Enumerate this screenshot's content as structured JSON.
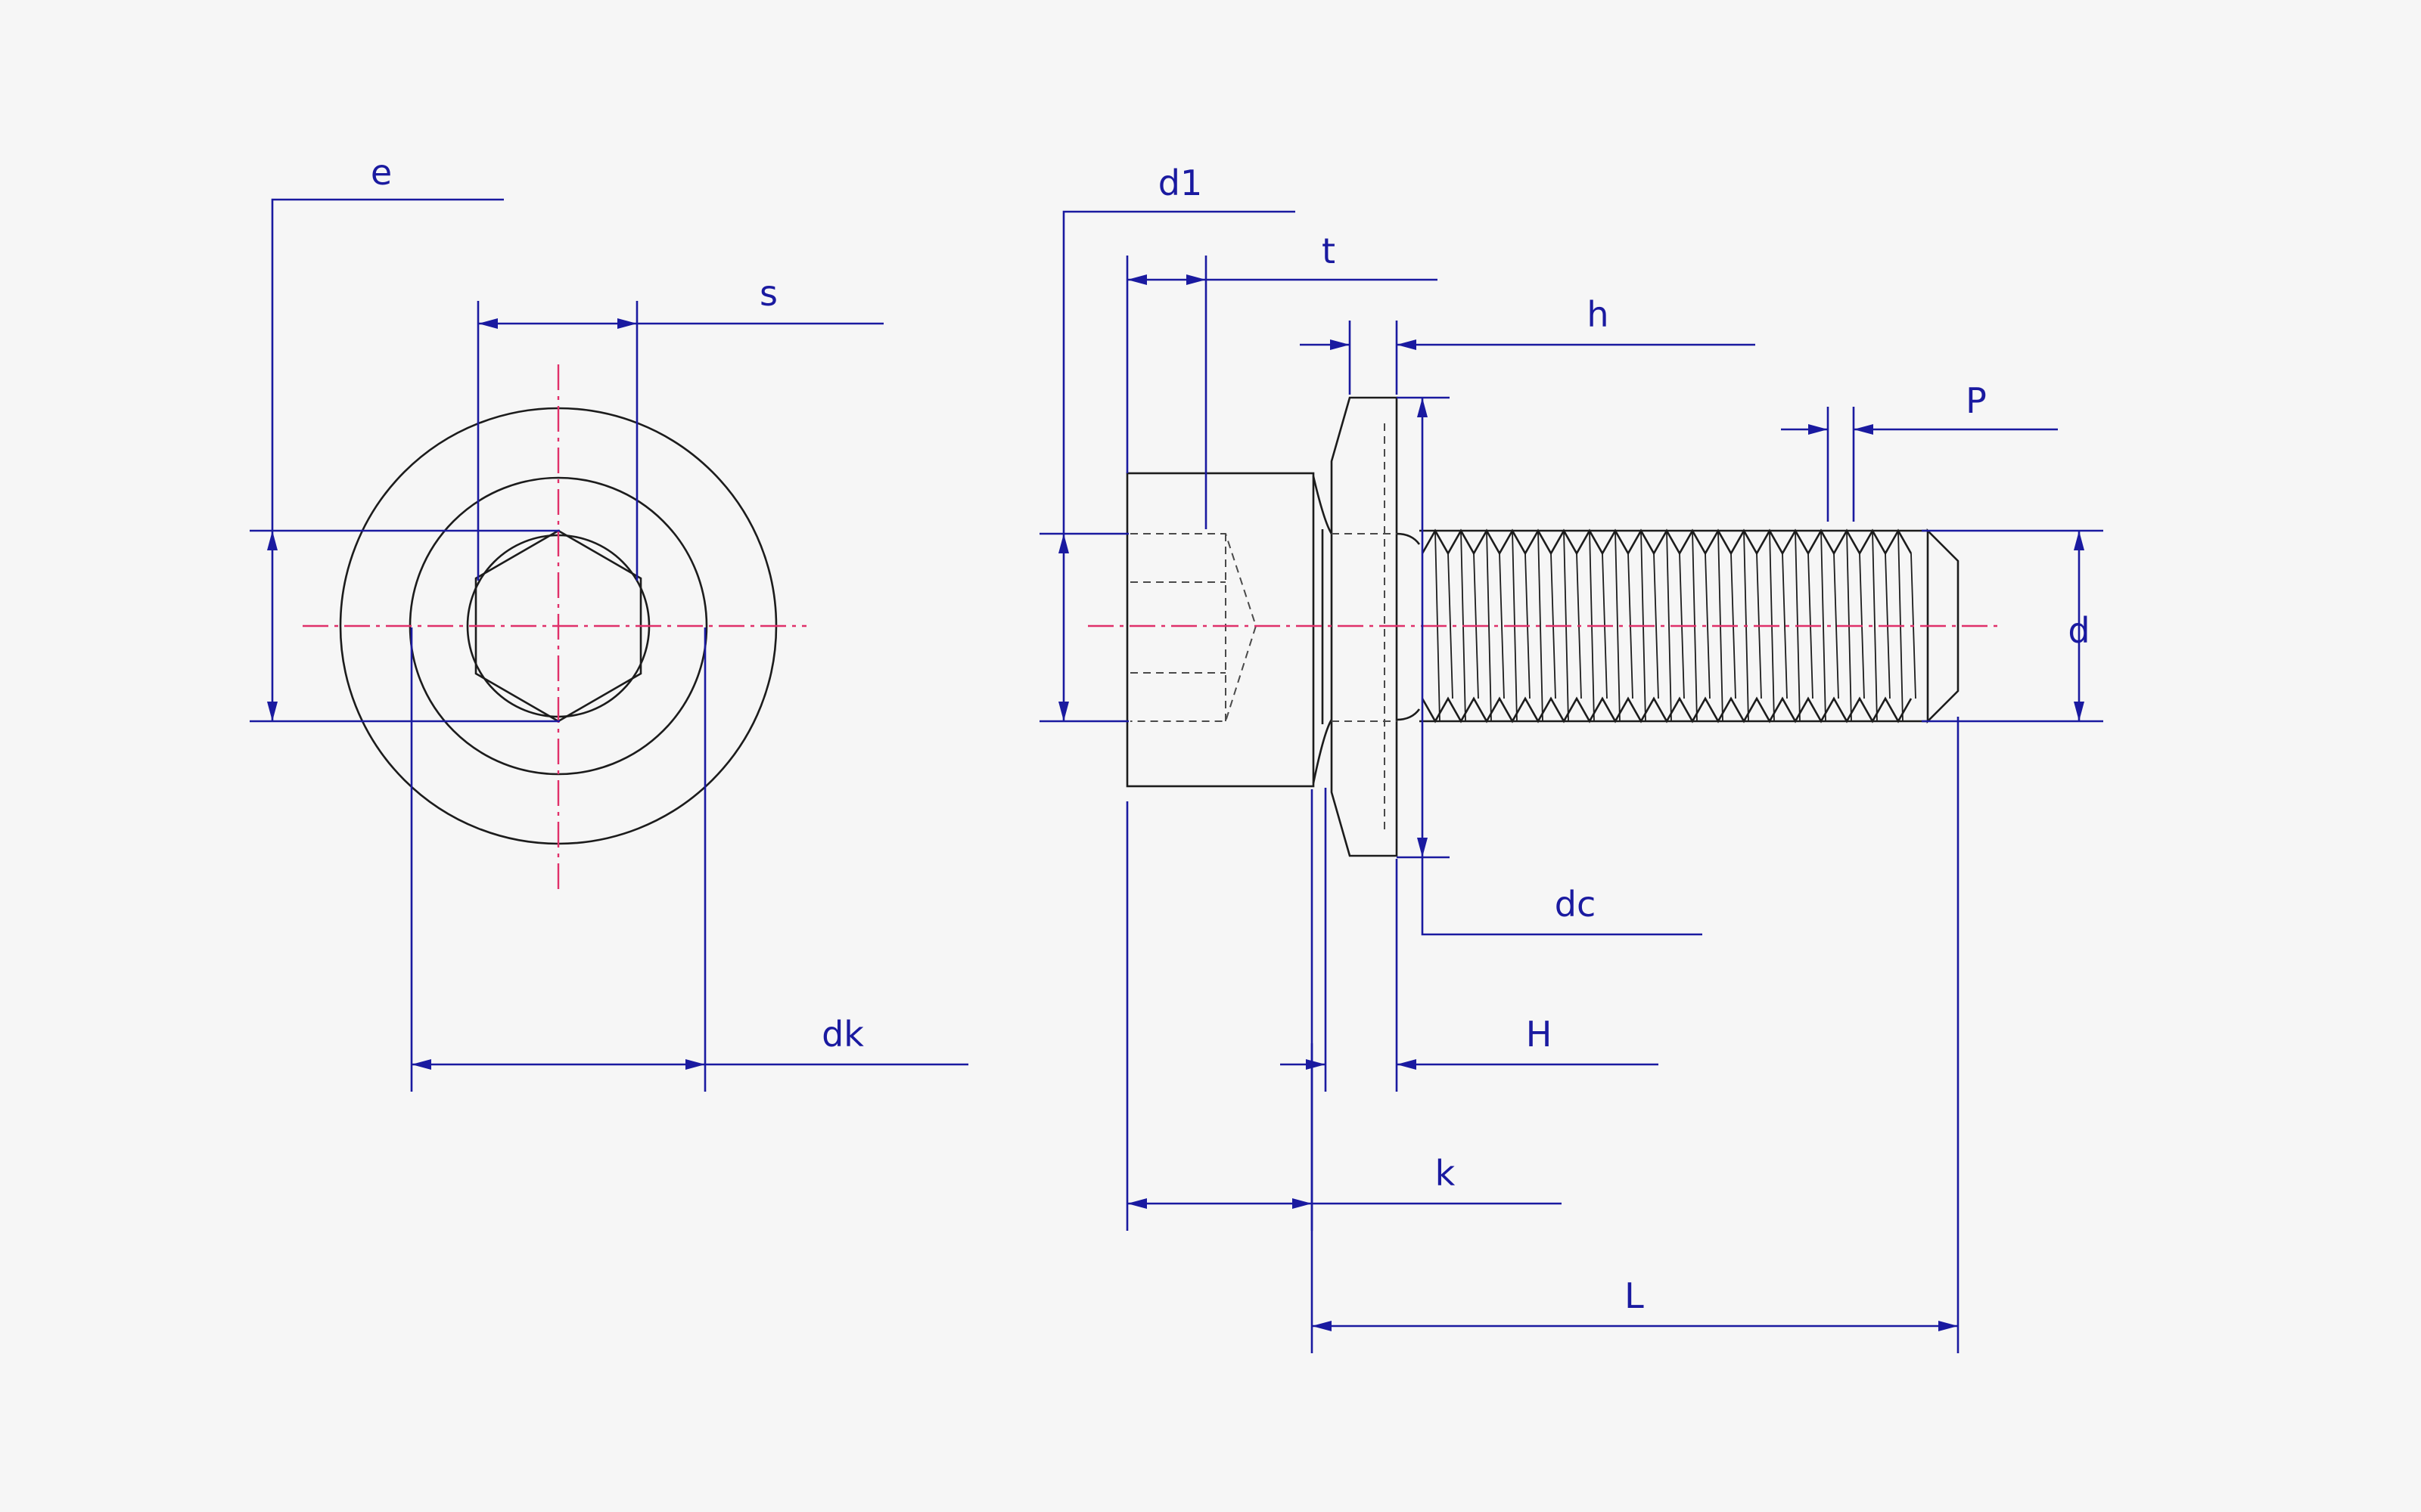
{
  "labels": {
    "e": "e",
    "s": "s",
    "dk": "dk",
    "d1": "d1",
    "t": "t",
    "h": "h",
    "P": "P",
    "d": "d",
    "dc": "dc",
    "H": "H",
    "k": "k",
    "L": "L"
  },
  "colors": {
    "outline": "#1c1c1c",
    "dimension": "#1a1aa0",
    "centerline": "#e0306a",
    "background": "#f6f6f6"
  }
}
